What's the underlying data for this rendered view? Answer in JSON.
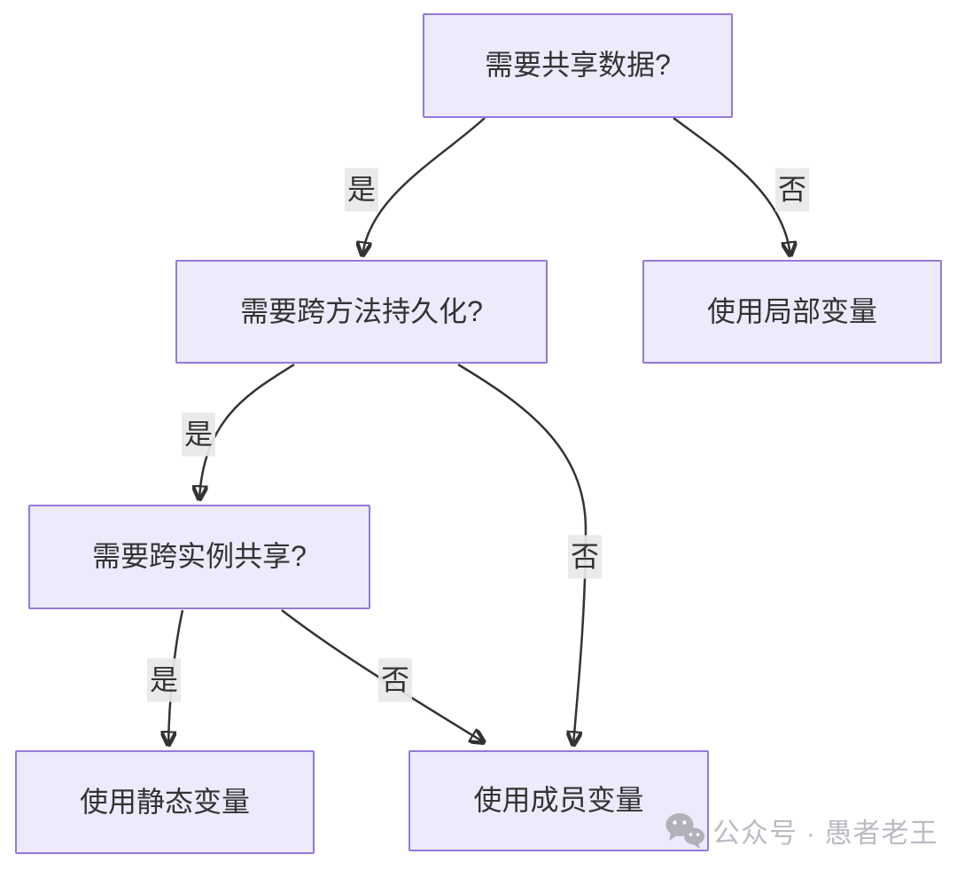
{
  "diagram": {
    "type": "flowchart",
    "nodes": [
      {
        "id": "A",
        "label": "需要共享数据?"
      },
      {
        "id": "B",
        "label": "需要跨方法持久化?"
      },
      {
        "id": "C",
        "label": "使用局部变量"
      },
      {
        "id": "D",
        "label": "需要跨实例共享?"
      },
      {
        "id": "E",
        "label": "使用静态变量"
      },
      {
        "id": "F",
        "label": "使用成员变量"
      }
    ],
    "edges": [
      {
        "from": "A",
        "to": "B",
        "label": "是"
      },
      {
        "from": "A",
        "to": "C",
        "label": "否"
      },
      {
        "from": "B",
        "to": "D",
        "label": "是"
      },
      {
        "from": "B",
        "to": "F",
        "label": "否"
      },
      {
        "from": "D",
        "to": "E",
        "label": "是"
      },
      {
        "from": "D",
        "to": "F",
        "label": "否"
      }
    ],
    "colors": {
      "node_fill": "#ECEAFB",
      "node_border": "#9678DB",
      "edge_stroke": "#333333",
      "edge_label_bg": "#E8E8E8",
      "text": "#333333",
      "watermark": "#BDBAC4"
    }
  },
  "watermark": {
    "icon": "wechat-icon",
    "text": "公众号 · 愚者老王"
  }
}
